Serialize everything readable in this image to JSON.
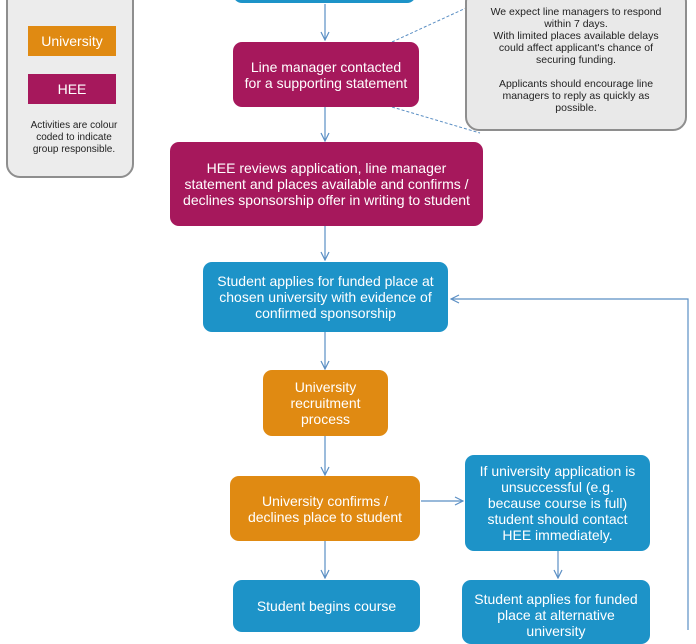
{
  "legend": {
    "university_label": "University",
    "hee_label": "HEE",
    "note": "Activities are colour\ncoded to indicate\ngroup responsible."
  },
  "callout": {
    "paragraph_1": "We expect line managers to respond\nwithin 7 days.\nWith limited places available delays\ncould affect applicant's chance of\nsecuring funding.",
    "paragraph_2": "Applicants should encourage line\nmanagers to reply as quickly as\npossible."
  },
  "steps": {
    "line_manager_contacted": "Line manager contacted\nfor a supporting statement",
    "hee_reviews": "HEE reviews application, line manager\nstatement and places available and confirms /\ndeclines sponsorship offer in writing to student",
    "student_applies": "Student applies for funded place at\nchosen university with evidence of\nconfirmed sponsorship",
    "university_recruitment": "University\nrecruitment\nprocess",
    "university_confirms": "University confirms /\ndeclines place to student",
    "unsuccessful": "If university application is\nunsuccessful (e.g.\nbecause course is full)\nstudent should contact\nHEE immediately.",
    "student_begins": "Student begins course",
    "alternative": "Student applies for funded\nplace at alternative\nuniversity"
  },
  "colors": {
    "student": "#1d93c8",
    "university": "#e08a12",
    "hee": "#a6185c",
    "connector": "#5b8fc4"
  }
}
